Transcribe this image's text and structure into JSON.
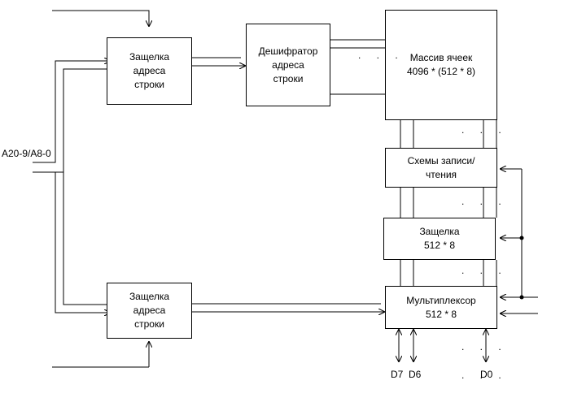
{
  "blocks": {
    "row_latch_top": [
      "Защелка",
      "адреса",
      "строки"
    ],
    "row_decoder": [
      "Дешифратор",
      "адреса",
      "строки"
    ],
    "cell_array": [
      "Массив ячеек",
      "4096 * (512 * 8)"
    ],
    "write_read": [
      "Схемы записи/",
      "чтения"
    ],
    "latch": [
      "Защелка",
      "512 * 8"
    ],
    "mux": [
      "Мультиплексор",
      "512 * 8"
    ],
    "row_latch_bottom": [
      "Защелка",
      "адреса",
      "строки"
    ]
  },
  "signals": {
    "address_in": "A20-9/A8-0",
    "d7": "D7",
    "d6": "D6",
    "d0": "D0",
    "ellipsis": ". . ."
  }
}
